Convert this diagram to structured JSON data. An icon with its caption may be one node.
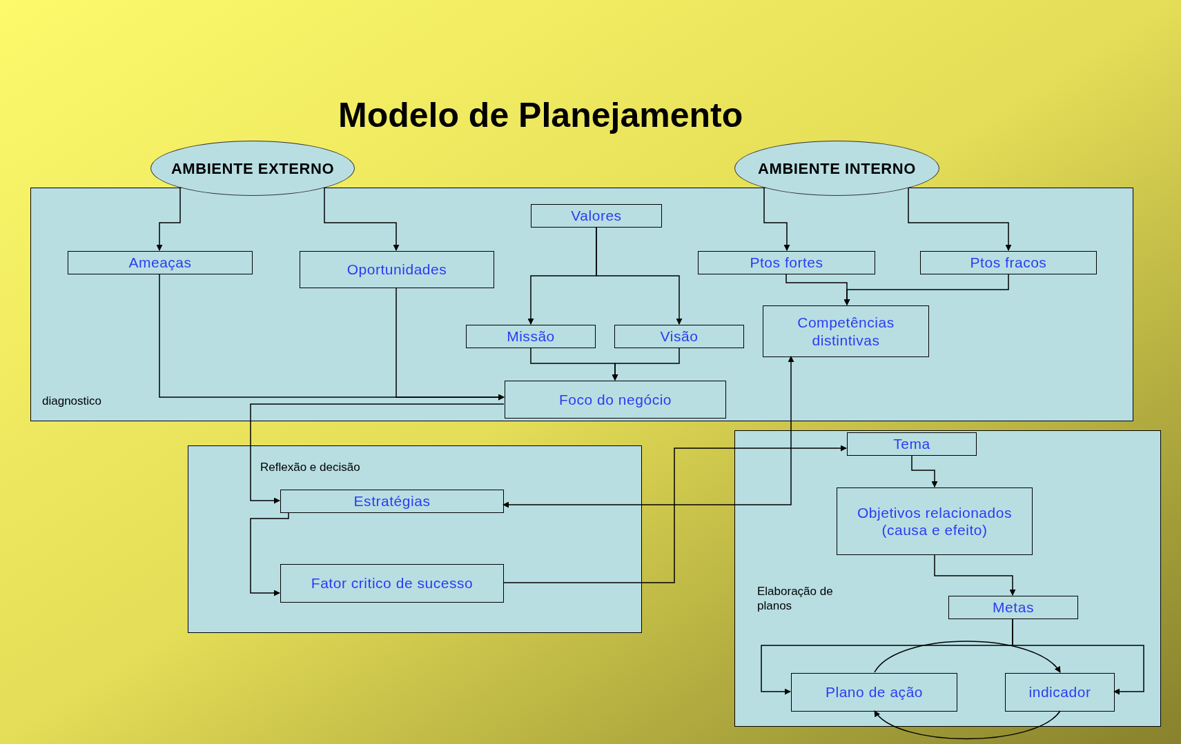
{
  "diagram": {
    "title": "Modelo de Planejamento",
    "nodes": [
      {
        "text": [
          "diagnostico"
        ]
      },
      {
        "text": [
          "AMBIENTE EXTERNO"
        ]
      },
      {
        "text": [
          "AMBIENTE INTERNO"
        ]
      },
      {
        "text": [
          "Ameaças"
        ],
        "in": 0
      },
      {
        "text": [
          "Oportunidades"
        ],
        "in": 0
      },
      {
        "text": [
          "Valores"
        ],
        "in": 0
      },
      {
        "text": [
          "Missão"
        ],
        "in": 0
      },
      {
        "text": [
          "Visão"
        ],
        "in": 0
      },
      {
        "text": [
          "Foco do negócio"
        ],
        "in": 0
      },
      {
        "text": [
          "Ptos fortes"
        ],
        "in": 0
      },
      {
        "text": [
          "Ptos fracos"
        ],
        "in": 0
      },
      {
        "text": [
          "Competências distintivas"
        ],
        "in": 0
      },
      {
        "text": [
          "Reflexão e decisão"
        ]
      },
      {
        "text": [
          "Estratégias"
        ],
        "in": 12
      },
      {
        "text": [
          "Fator critico de sucesso"
        ],
        "in": 12
      },
      {
        "text": [
          "Elaboração de planos"
        ]
      },
      {
        "text": [
          "Tema"
        ],
        "in": 15
      },
      {
        "text": [
          "Objetivos relacionados (causa e efeito)"
        ],
        "in": 15
      },
      {
        "text": [
          "Metas"
        ],
        "in": 15
      },
      {
        "text": [
          "Plano de ação"
        ],
        "in": 15
      },
      {
        "text": [
          "indicador"
        ],
        "in": 15
      }
    ],
    "edges": [
      {
        "from": 1,
        "to": 3,
        "arrow": "to"
      },
      {
        "from": 1,
        "to": 4,
        "arrow": "to"
      },
      {
        "from": 2,
        "to": 9,
        "arrow": "to"
      },
      {
        "from": 2,
        "to": 10,
        "arrow": "to"
      },
      {
        "from": 5,
        "to": 6,
        "arrow": "to"
      },
      {
        "from": 5,
        "to": 7,
        "arrow": "to"
      },
      {
        "from": 6,
        "to": 8,
        "arrow": "to"
      },
      {
        "from": 7,
        "to": 8,
        "arrow": "to"
      },
      {
        "from": 9,
        "to": 11,
        "arrow": "to"
      },
      {
        "from": 10,
        "to": 11,
        "arrow": "to"
      },
      {
        "from": 3,
        "to": 8,
        "arrow": "to"
      },
      {
        "from": 4,
        "to": 8,
        "arrow": "to"
      },
      {
        "from": 8,
        "to": 13,
        "arrow": "to"
      },
      {
        "from": 13,
        "to": 14,
        "arrow": "to"
      },
      {
        "from": 14,
        "to": 16,
        "arrow": "to"
      },
      {
        "from": 11,
        "to": 13,
        "arrow": "both"
      },
      {
        "from": 16,
        "to": 17,
        "arrow": "to"
      },
      {
        "from": 17,
        "to": 18,
        "arrow": "to"
      },
      {
        "from": 18,
        "to": 19,
        "arrow": "to"
      },
      {
        "from": 18,
        "to": 20,
        "arrow": "to"
      },
      {
        "from": 19,
        "to": 20,
        "arrow": "to"
      },
      {
        "from": 20,
        "to": 19,
        "arrow": "to"
      }
    ]
  }
}
